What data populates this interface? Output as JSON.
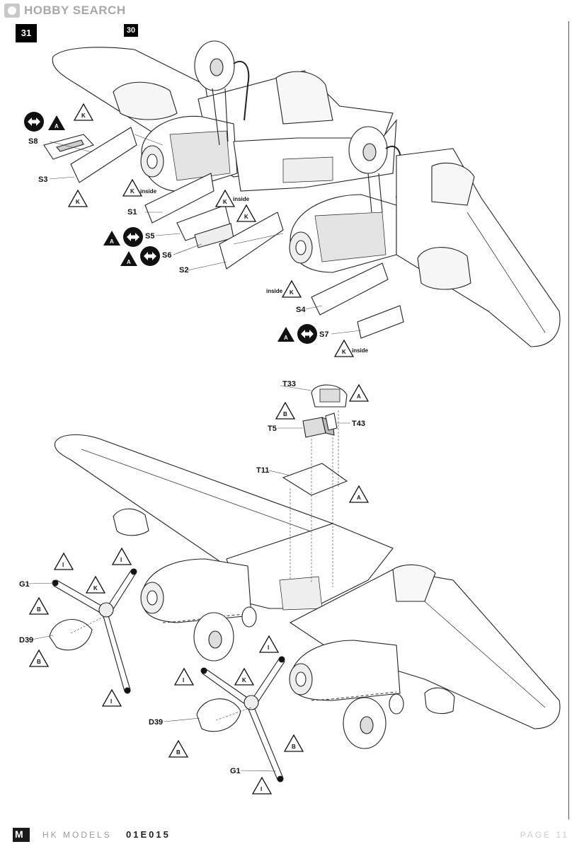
{
  "site": {
    "brand": "HOBBY SEARCH"
  },
  "steps": {
    "step_a": "31",
    "step_b": "30"
  },
  "labels": {
    "S8": "S8",
    "S3": "S3",
    "S1": "S1",
    "S5": "S5",
    "S6": "S6",
    "S2": "S2",
    "S4": "S4",
    "S7": "S7",
    "T33": "T33",
    "T5": "T5",
    "T43": "T43",
    "T11": "T11",
    "G1a": "G1",
    "G1b": "G1",
    "D39a": "D39",
    "D39b": "D39"
  },
  "callouts": {
    "K": "K",
    "A": "A",
    "B": "B",
    "I": "I",
    "inside": "inside"
  },
  "footer": {
    "brand": "HK MODELS",
    "code": "01E015",
    "page": "PAGE 11"
  }
}
